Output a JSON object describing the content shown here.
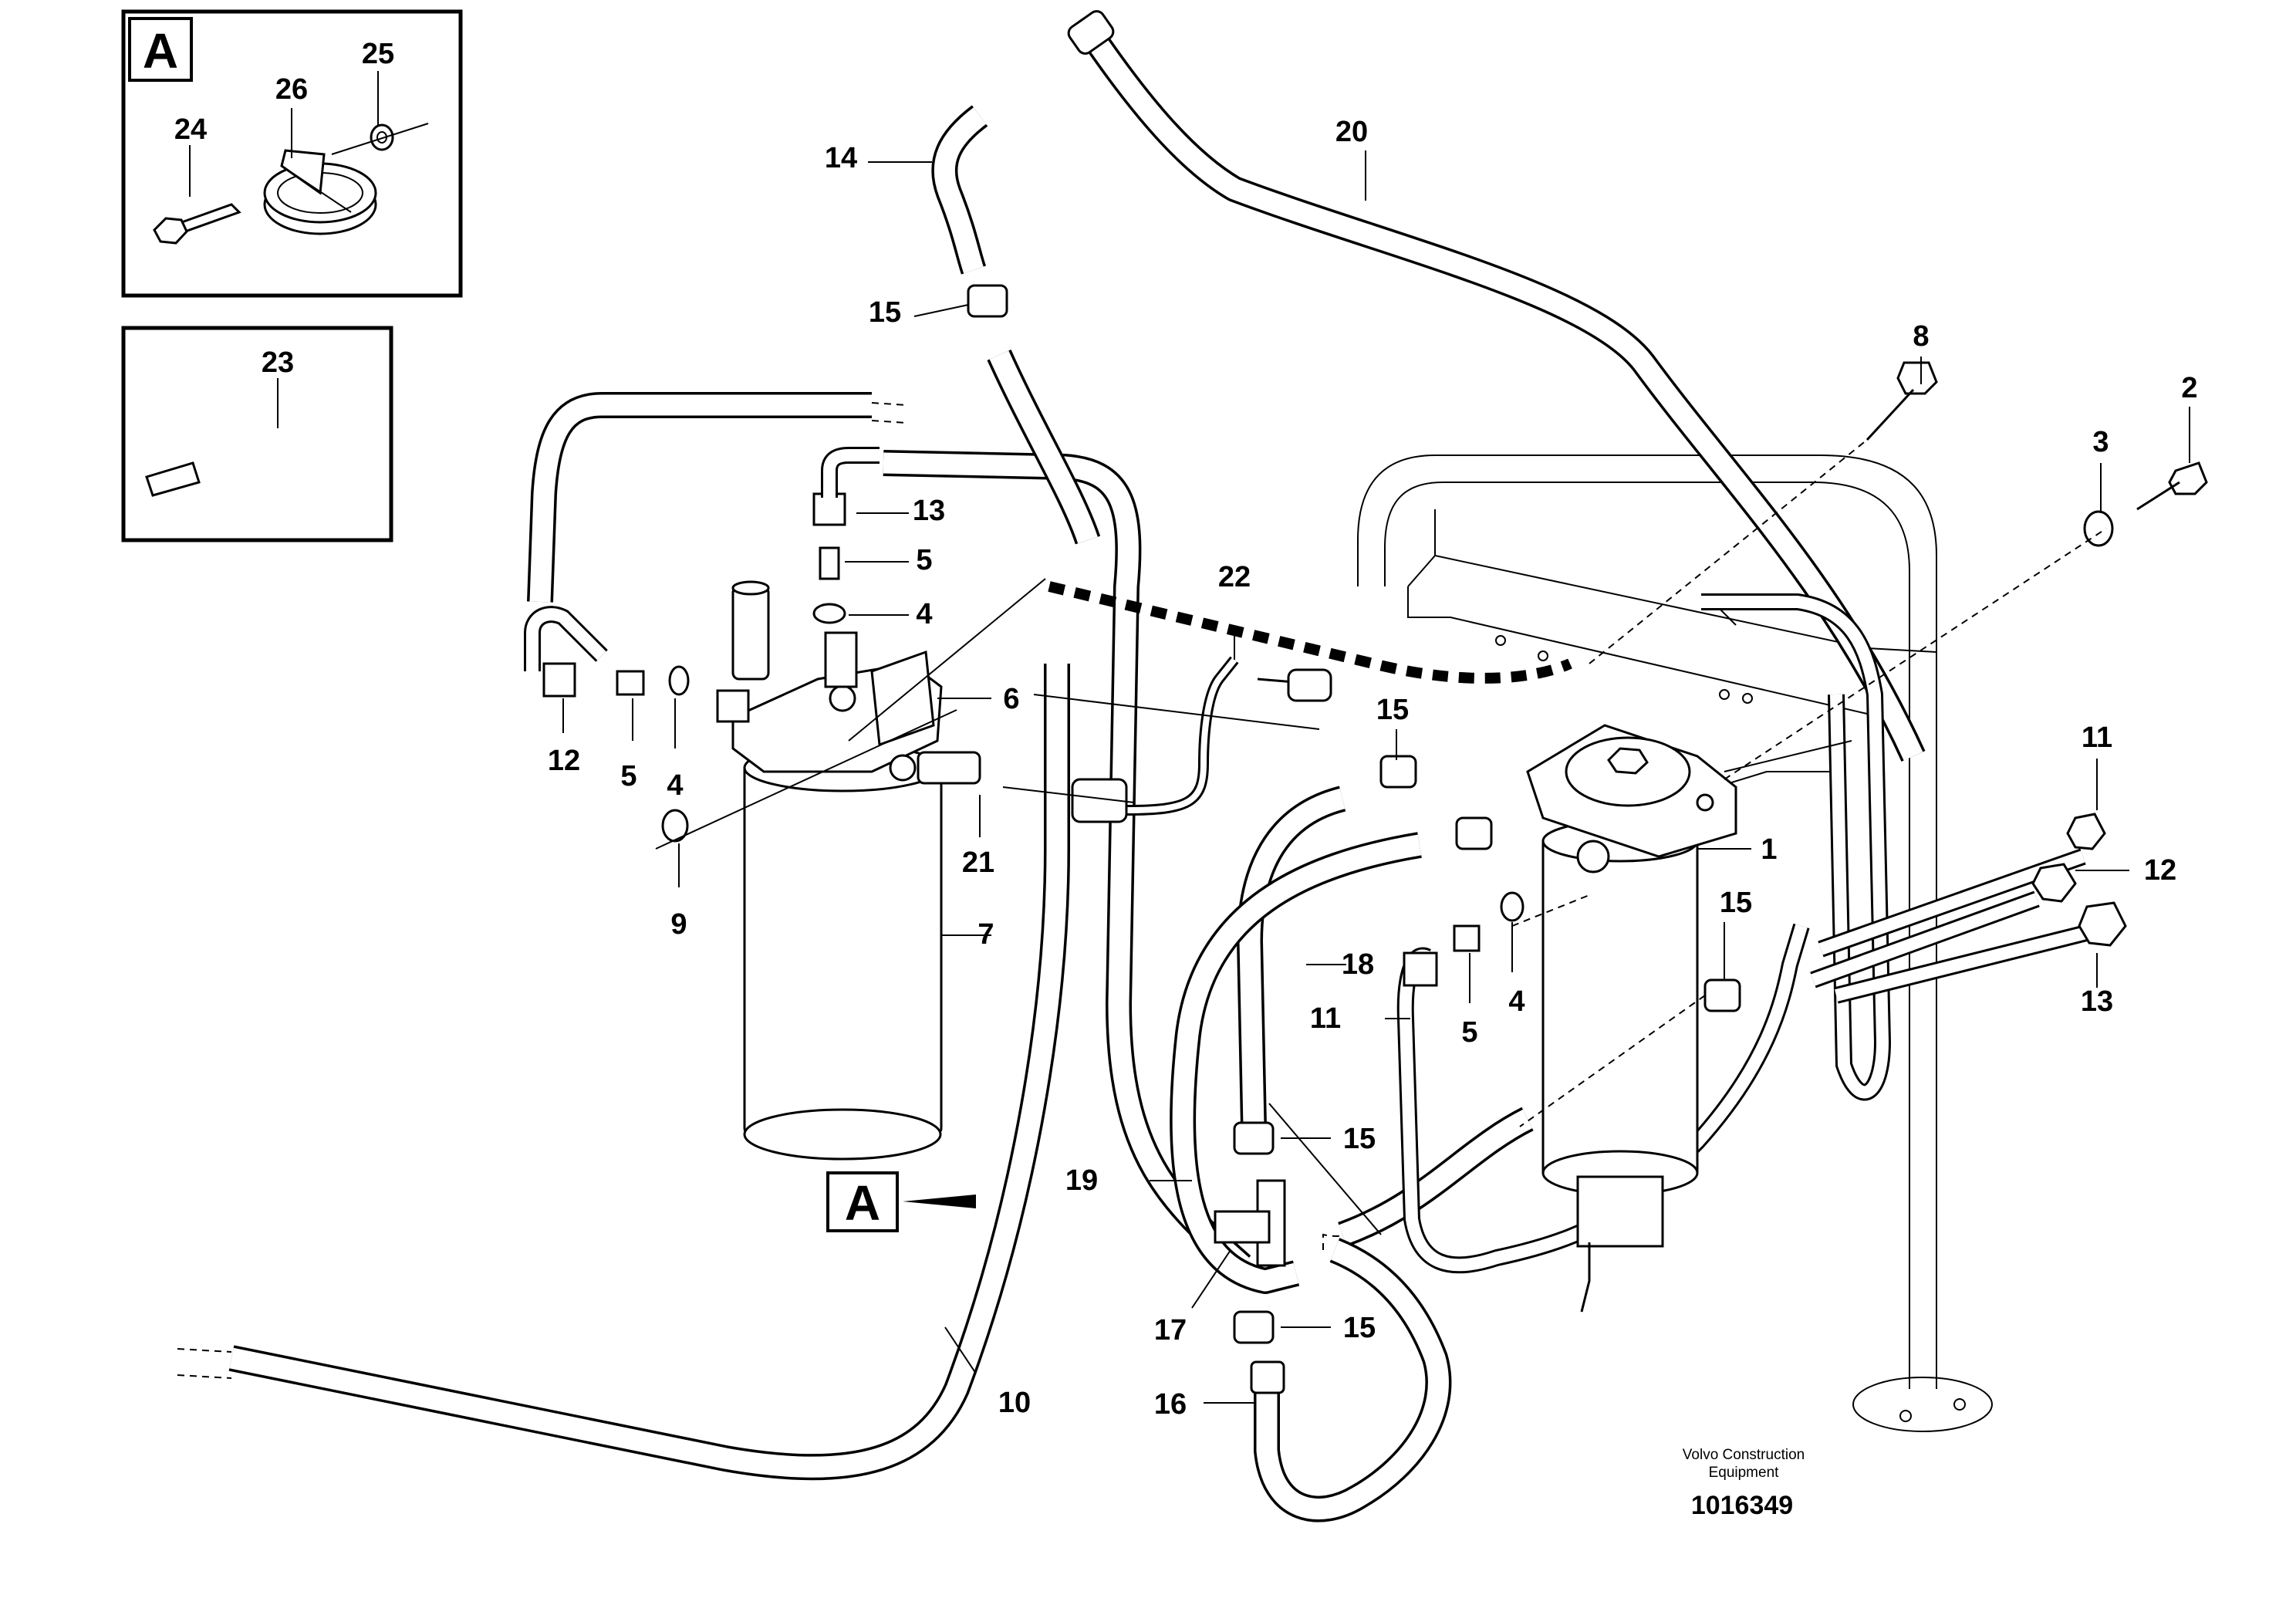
{
  "detail_a": {
    "letter": "A",
    "callouts": {
      "c24": "24",
      "c25": "25",
      "c26": "26"
    }
  },
  "detail_23": {
    "callouts": {
      "c23": "23"
    }
  },
  "view_marker": {
    "letter": "A"
  },
  "callouts": {
    "c1": "1",
    "c2": "2",
    "c3": "3",
    "c4_a": "4",
    "c4_b": "4",
    "c4_c": "4",
    "c5_a": "5",
    "c5_b": "5",
    "c5_c": "5",
    "c6": "6",
    "c7": "7",
    "c8": "8",
    "c9": "9",
    "c10": "10",
    "c11_a": "11",
    "c11_b": "11",
    "c12_a": "12",
    "c12_b": "12",
    "c13_a": "13",
    "c13_b": "13",
    "c14": "14",
    "c15_a": "15",
    "c15_b": "15",
    "c15_c": "15",
    "c15_d": "15",
    "c15_e": "15",
    "c16": "16",
    "c17": "17",
    "c18": "18",
    "c19": "19",
    "c20": "20",
    "c21": "21",
    "c22": "22"
  },
  "footer": {
    "credit_line1": "Volvo Construction",
    "credit_line2": "Equipment",
    "doc_number": "1016349"
  }
}
